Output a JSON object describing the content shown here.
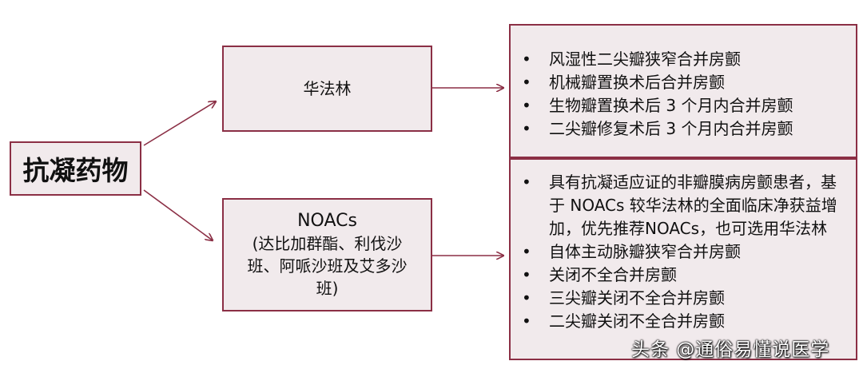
{
  "root": {
    "label": "抗凝药物"
  },
  "warfarin": {
    "label": "华法林"
  },
  "noacs": {
    "title": "NOACs",
    "subtitle": "(达比加群酯、利伐沙班、阿哌沙班及艾多沙班)"
  },
  "warfarin_indications": [
    "风湿性二尖瓣狭窄合并房颤",
    "机械瓣置换术后合并房颤",
    "生物瓣置换术后 3 个月内合并房颤",
    "二尖瓣修复术后 3 个月内合并房颤"
  ],
  "noac_indications": [
    "具有抗凝适应证的非瓣膜病房颤患者，基于 NOACs 较华法林的全面临床净获益增加，优先推荐NOACs，也可选用华法林",
    "自体主动脉瓣狭窄合并房颤",
    "关闭不全合并房颤",
    "三尖瓣关闭不全合并房颤",
    "二尖瓣关闭不全合并房颤"
  ],
  "bullet": "•",
  "watermark": "头条 @通俗易懂说医学",
  "colors": {
    "border": "#8b2f45",
    "fill": "#f1eaec",
    "arrow": "#8b2f45"
  }
}
